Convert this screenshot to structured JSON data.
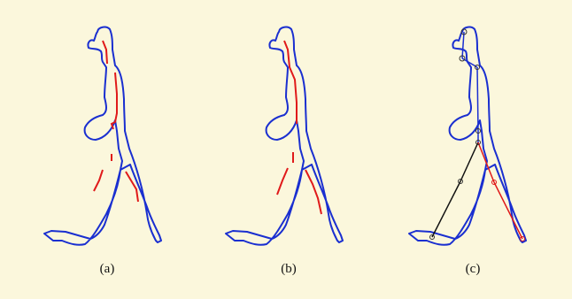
{
  "figure": {
    "panels": [
      {
        "id": "a",
        "caption": "(a)"
      },
      {
        "id": "b",
        "caption": "(b)"
      },
      {
        "id": "c",
        "caption": "(c)"
      }
    ],
    "colors": {
      "background": "#fbf7dc",
      "silhouette_outline": "#1a2fd0",
      "skeleton_red": "#e01a1a",
      "skeleton_blue": "#1a2fd0",
      "skeleton_black": "#111111"
    }
  }
}
